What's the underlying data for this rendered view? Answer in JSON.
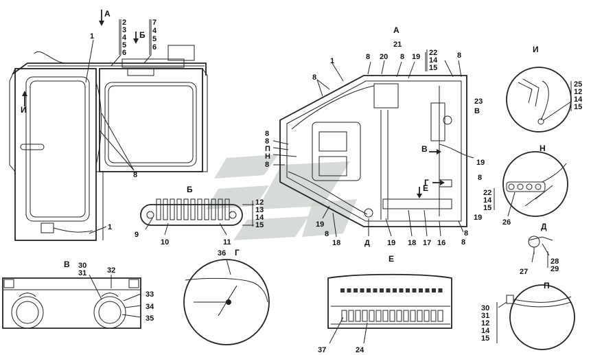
{
  "views": {
    "side": {
      "arrow_a": "А",
      "arrow_b": "Б",
      "arrow_i": "И",
      "callout_1_top": "1",
      "stack_a": [
        "2",
        "3",
        "4",
        "5",
        "6"
      ],
      "stack_b": [
        "7",
        "4",
        "5",
        "6"
      ],
      "callout_8": "8",
      "callout_1_bottom": "1"
    },
    "view_b": {
      "title": "Б",
      "stack": [
        "12",
        "13",
        "14",
        "15"
      ],
      "callout_9": "9",
      "callout_10": "10",
      "callout_11": "11"
    },
    "view_v": {
      "title": "В",
      "stack": [
        "30",
        "31"
      ],
      "callout_32": "32",
      "callout_33": "33",
      "callout_34": "34",
      "callout_35": "35"
    },
    "view_g": {
      "title": "Г",
      "callout_36": "36"
    },
    "plan_a": {
      "title": "А",
      "callouts_top": [
        "1",
        "8",
        "20",
        "21",
        "8",
        "19",
        "8"
      ],
      "stack_top": [
        "22",
        "14",
        "15"
      ],
      "callout_8_right": "8",
      "callout_23": "23",
      "label_v": "В",
      "callout_19_right": "19",
      "label_g": "Г",
      "label_e": "Е",
      "callout_8_g": "8",
      "callout_19_br": "19",
      "callout_8_br": "8",
      "left_labels": [
        "8",
        "8",
        "П",
        "Н",
        "8"
      ],
      "callout_8_mid": "8",
      "bottom": [
        "19",
        "8",
        "18",
        "Д",
        "19",
        "18",
        "17",
        "16",
        "8"
      ]
    },
    "view_e": {
      "title": "Е",
      "callout_37": "37",
      "callout_24": "24"
    },
    "view_i": {
      "title": "И",
      "stack": [
        "25",
        "12",
        "14",
        "15"
      ]
    },
    "view_n": {
      "title": "Н",
      "stack": [
        "22",
        "14",
        "15"
      ],
      "callout_26": "26"
    },
    "view_d": {
      "title": "Д",
      "callout_27": "27",
      "stack": [
        "28",
        "29"
      ]
    },
    "view_p": {
      "title": "П",
      "stack": [
        "30",
        "31",
        "12",
        "14",
        "15"
      ]
    }
  }
}
